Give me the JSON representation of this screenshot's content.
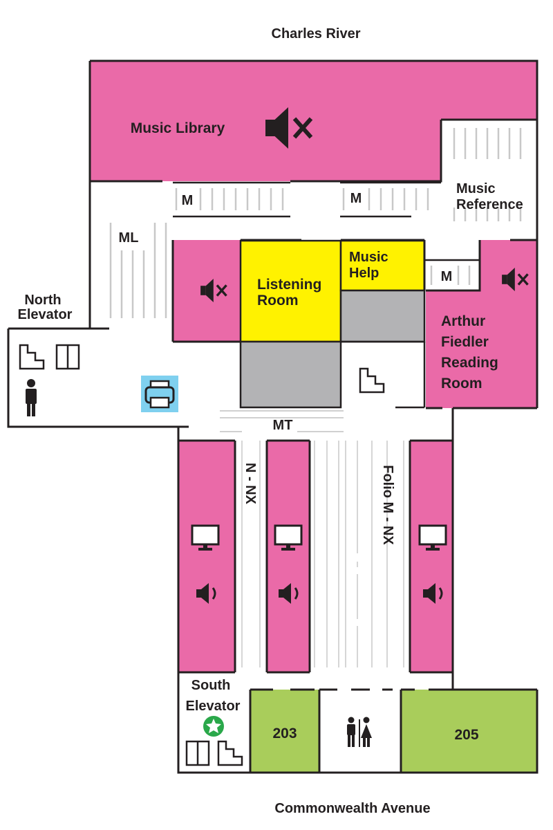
{
  "map": {
    "streets": {
      "north": "Charles River",
      "south": "Commonwealth Avenue"
    },
    "rooms": {
      "music_library": "Music Library",
      "music_reference_1": "Music",
      "music_reference_2": "Reference",
      "listening_1": "Listening",
      "listening_2": "Room",
      "music_help_1": "Music",
      "music_help_2": "Help",
      "fiedler_1": "Arthur",
      "fiedler_2": "Fiedler",
      "fiedler_3": "Reading",
      "fiedler_4": "Room",
      "north_elevator_1": "North",
      "north_elevator_2": "Elevator",
      "south_elevator_1": "South",
      "south_elevator_2": "Elevator",
      "room_203": "203",
      "room_205": "205"
    },
    "stacks": {
      "m_left": "M",
      "m_center": "M",
      "m_right": "M",
      "ml": "ML",
      "mt": "MT",
      "n_nx": "N - NX",
      "folio": "Folio M - NX"
    },
    "colors": {
      "quiet_zone": "#ea6aa8",
      "help_zone": "#fff200",
      "gray_zone": "#b3b3b5",
      "study_room": "#a9cd5b",
      "printer": "#7fd0ef",
      "accessible_star": "#2aa84a"
    },
    "icons": [
      "no-sound-icon",
      "low-sound-icon",
      "computer-icon",
      "stairs-icon",
      "elevator-icon",
      "person-icon",
      "printer-icon",
      "restroom-icon",
      "accessible-star-icon"
    ]
  }
}
